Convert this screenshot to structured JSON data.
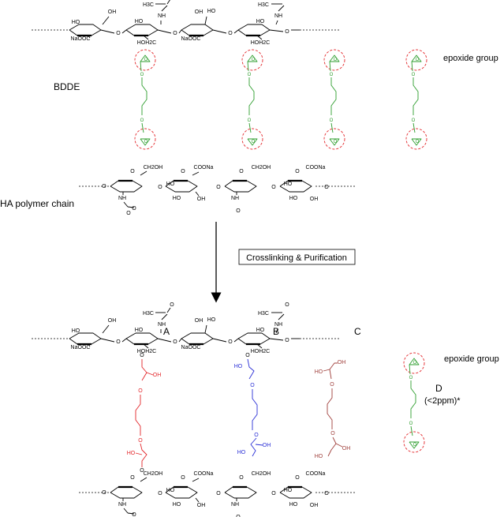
{
  "labels": {
    "bdde": "BDDE",
    "ha_chain": "HA polymer chain",
    "process": "Crosslinking & Purification",
    "epoxide_top": "epoxide group",
    "epoxide_bottom": "epoxide group",
    "a": "A",
    "b": "B",
    "c": "C",
    "d": "D",
    "d_note": "(<2ppm)*"
  },
  "atoms": {
    "ho": "HO",
    "oh": "OH",
    "nh": "NH",
    "h3c": "H3C",
    "o": "O",
    "naooc": "NaOOC",
    "hoh2c": "HOH2C",
    "ch2oh": "CH2OH",
    "coona": "COONa"
  },
  "colors": {
    "black": "#000000",
    "green": "#2e9e2e",
    "red": "#e3262a",
    "blue": "#2a2fd6",
    "brown": "#a0403c",
    "epoxide_circle": "#e3262a",
    "epoxide_text": "#e3262a"
  }
}
